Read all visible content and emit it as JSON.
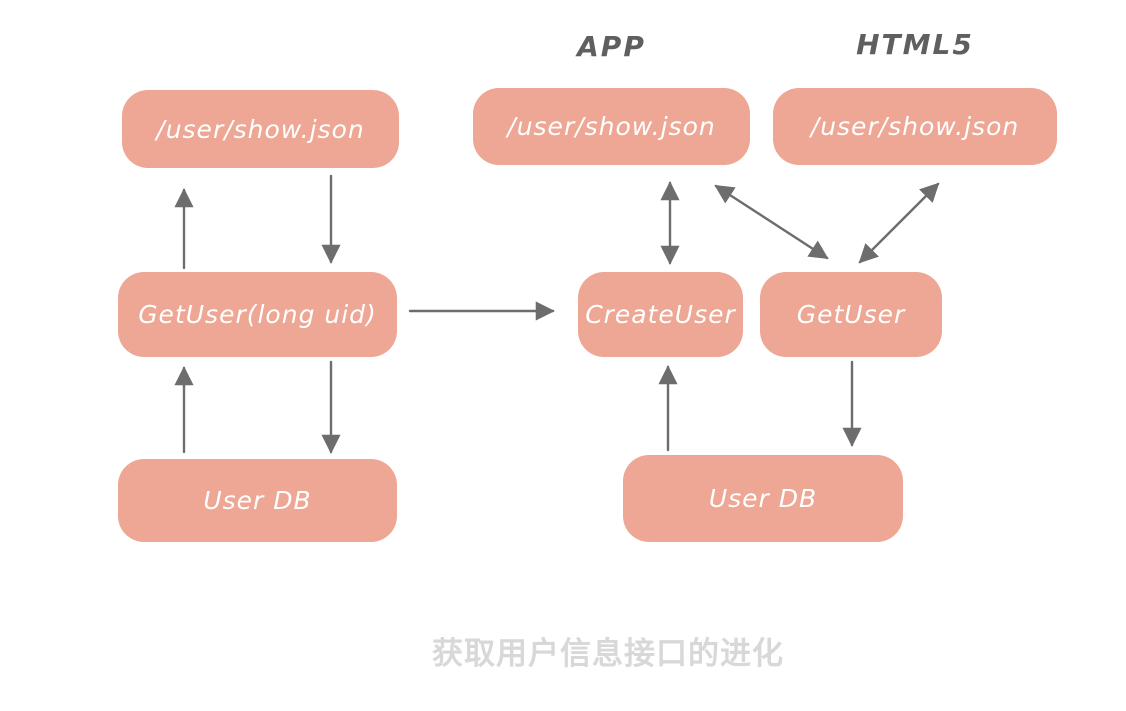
{
  "diagram": {
    "caption": "获取用户信息接口的进化",
    "section_labels": {
      "app": "APP",
      "html5": "HTML5"
    },
    "nodes": {
      "v1_endpoint": "/user/show.json",
      "v1_service": "GetUser(long uid)",
      "v1_db": "User DB",
      "app_endpoint": "/user/show.json",
      "html5_endpoint": "/user/show.json",
      "create_service": "CreateUser",
      "get_service": "GetUser",
      "v2_db": "User DB"
    },
    "edges": [
      {
        "from": "v1_service",
        "to": "v1_endpoint",
        "direction": "up"
      },
      {
        "from": "v1_endpoint",
        "to": "v1_service",
        "direction": "down"
      },
      {
        "from": "v1_db",
        "to": "v1_service",
        "direction": "up"
      },
      {
        "from": "v1_service",
        "to": "v1_db",
        "direction": "down"
      },
      {
        "from": "v1_service",
        "to": "create_service",
        "direction": "right"
      },
      {
        "from": "app_endpoint",
        "to": "create_service",
        "direction": "both"
      },
      {
        "from": "app_endpoint",
        "to": "get_service",
        "direction": "both"
      },
      {
        "from": "html5_endpoint",
        "to": "get_service",
        "direction": "both"
      },
      {
        "from": "v2_db",
        "to": "create_service",
        "direction": "up"
      },
      {
        "from": "get_service",
        "to": "v2_db",
        "direction": "down"
      }
    ],
    "colors": {
      "node_fill": "#eda794",
      "node_text": "#ffffff",
      "arrow": "#6d6d6d",
      "section_label": "#5f5f5f",
      "caption": "#d8d8d8",
      "background": "#ffffff"
    }
  }
}
